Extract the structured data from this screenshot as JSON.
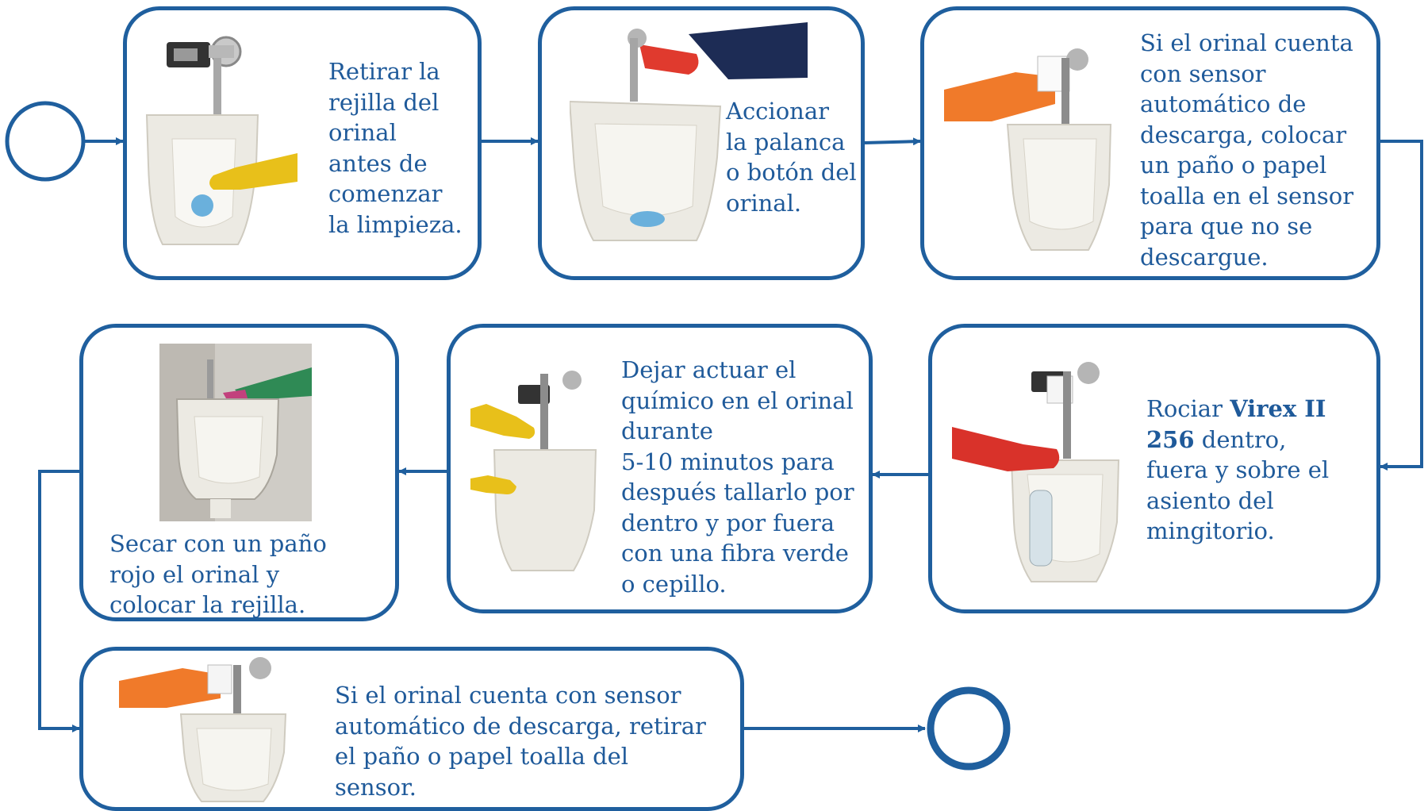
{
  "steps": [
    {
      "id": "remove-grate",
      "text": "Retirar la\nrejilla del\norinal\nantes de\ncomenzar\nla limpieza."
    },
    {
      "id": "flush-lever",
      "text": "Accionar\nla palanca\no botón del\norinal."
    },
    {
      "id": "cover-sensor",
      "text": "Si el orinal cuenta\ncon sensor\nautomático de\ndescarga, colocar\nun paño o papel\ntoalla en el sensor\npara que no se\ndescargue."
    },
    {
      "id": "spray-virex",
      "pre": "Rociar ",
      "product": "Virex II\n256",
      "post": "  dentro,\nfuera y sobre el\nasiento del\nmingitorio."
    },
    {
      "id": "let-act-scrub",
      "text": "Dejar actuar el\nquímico en el orinal\ndurante\n5-10 minutos para\ndespués tallarlo por\ndentro y por fuera\ncon una fibra verde\no cepillo."
    },
    {
      "id": "dry-replace-grate",
      "text": "Secar con un paño\nrojo   el orinal y\ncolocar la rejilla."
    },
    {
      "id": "remove-cover",
      "text": "Si el orinal  cuenta con sensor\nautomático de descarga, retirar\nel paño o papel toalla del\nsensor."
    }
  ],
  "colors": {
    "frame": "#1f5f9e",
    "text": "#1f5a9a",
    "yellow_glove": "#e8c01a",
    "orange_glove": "#f07a2a",
    "red_glove": "#d9322a",
    "green_glove": "#2f8a55",
    "porcelain": "#eceae3"
  }
}
